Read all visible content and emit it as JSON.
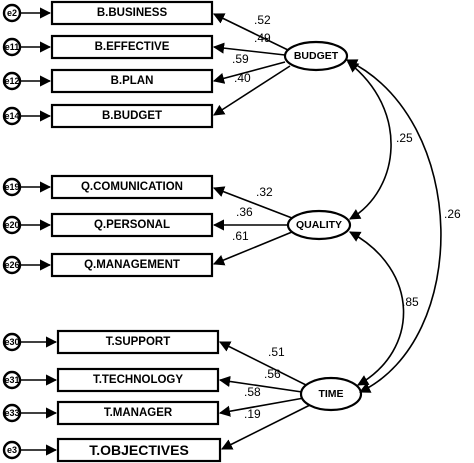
{
  "latent": {
    "budget": "BUDGET",
    "quality": "QUALITY",
    "time": "TIME"
  },
  "indicators": {
    "budget": [
      "B.BUSINESS",
      "B.EFFECTIVE",
      "B.PLAN",
      "B.BUDGET"
    ],
    "quality": [
      "Q.COMUNICATION",
      "Q.PERSONAL",
      "Q.MANAGEMENT"
    ],
    "time": [
      "T.SUPPORT",
      "T.TECHNOLOGY",
      "T.MANAGER",
      "T.OBJECTIVES"
    ]
  },
  "errors": {
    "budget": [
      "e2",
      "e11",
      "e12",
      "e14"
    ],
    "quality": [
      "e19",
      "e20",
      "e26"
    ],
    "time": [
      "e30",
      "e31",
      "e33",
      "e3"
    ]
  },
  "loadings": {
    "budget": [
      ".52",
      ".49",
      ".59",
      ".40"
    ],
    "quality": [
      ".32",
      ".36",
      ".61"
    ],
    "time": [
      ".51",
      ".56",
      ".58",
      ".19"
    ]
  },
  "covariances": {
    "budget_quality": ".25",
    "quality_time": ".85",
    "budget_time": ".26"
  }
}
